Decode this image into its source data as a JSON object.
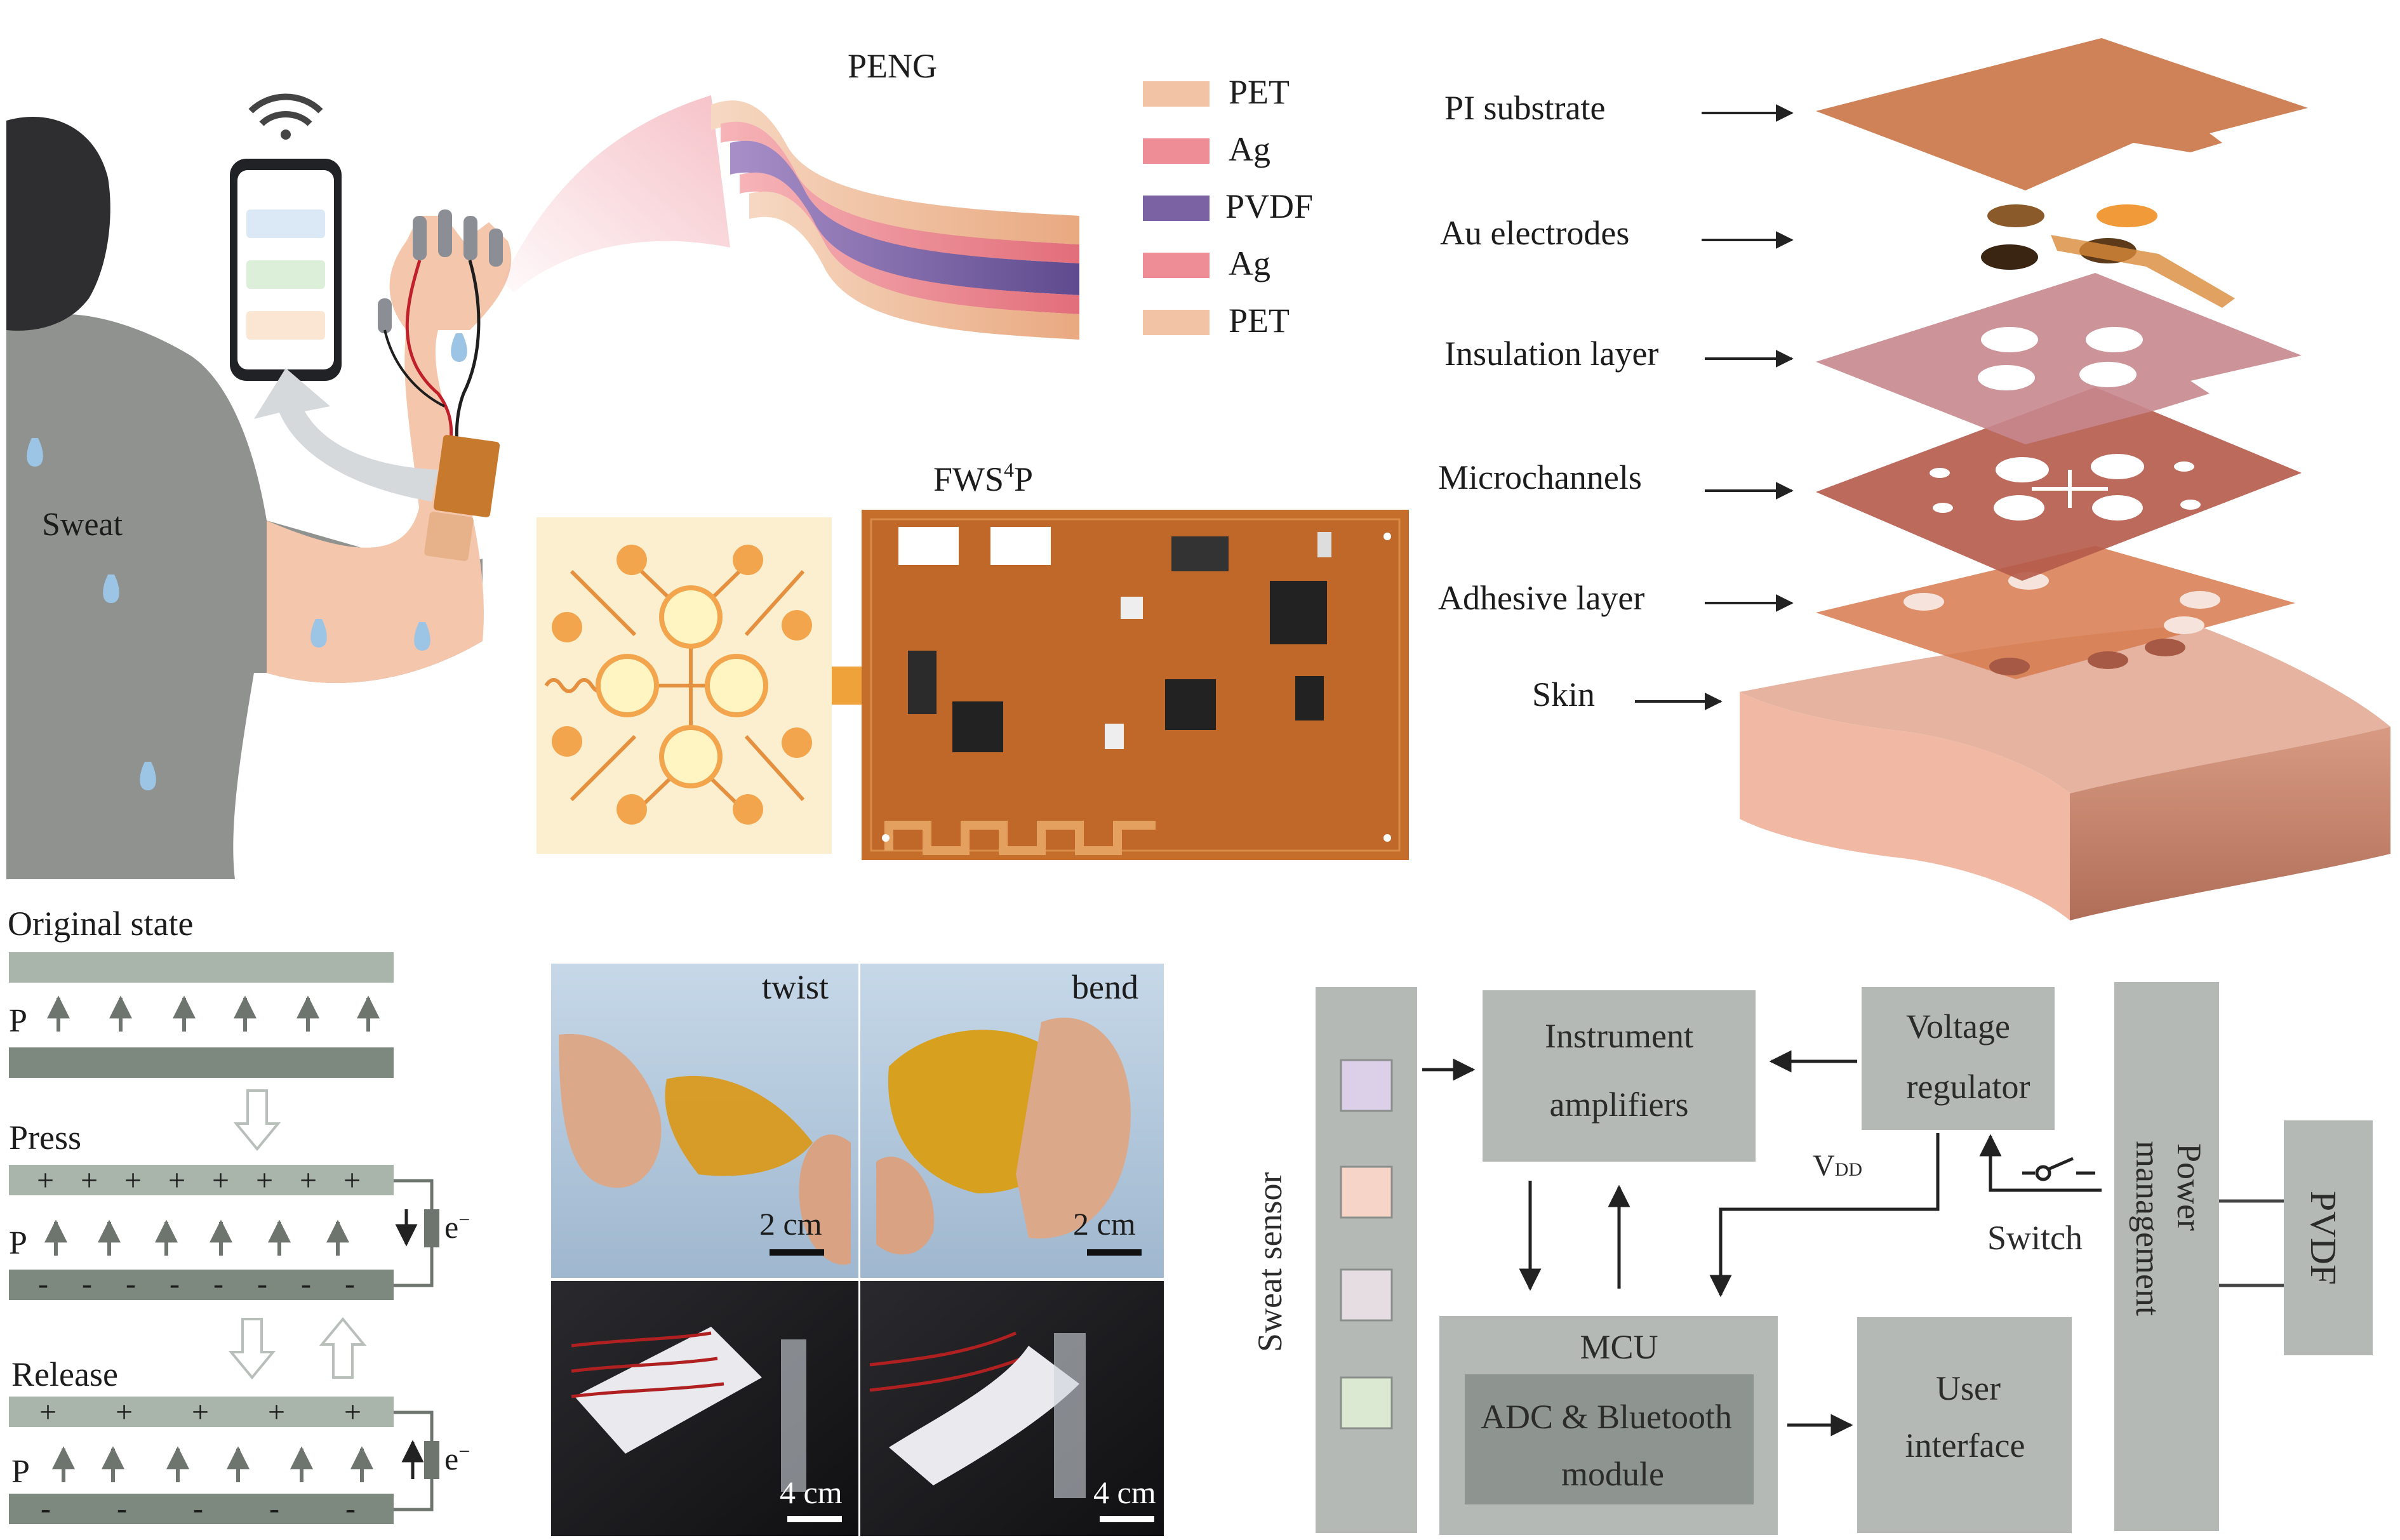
{
  "panel_a": {
    "sweat_label": "Sweat",
    "peng_title": "PENG",
    "peng_layers": [
      {
        "label": "PET",
        "color": "#f2c3a5"
      },
      {
        "label": "Ag",
        "color": "#ee8d95"
      },
      {
        "label": "PVDF",
        "color": "#7a62a3"
      },
      {
        "label": "Ag",
        "color": "#ee8d95"
      },
      {
        "label": "PET",
        "color": "#f2c3a5"
      }
    ],
    "device_title": "FWS",
    "device_title_sup": "4",
    "device_title_end": "P"
  },
  "stack": {
    "labels": [
      "PI substrate",
      "Au electrodes",
      "Insulation layer",
      "Microchannels",
      "Adhesive layer",
      "Skin"
    ]
  },
  "piezo": {
    "original_state": "Original state",
    "press": "Press",
    "release": "Release",
    "p_symbol": "P",
    "electron_label": "e",
    "electron_sup": "−",
    "plus": "+",
    "minus": "-"
  },
  "photos": {
    "twist": "twist",
    "bend": "bend",
    "scale_2cm": "2 cm",
    "scale_4cm": "4 cm"
  },
  "block": {
    "sweat_sensor": "Sweat sensor",
    "instrument_line1": "Instrument",
    "instrument_line2": "amplifiers",
    "voltage_line1": "Voltage",
    "voltage_line2": "regulator",
    "vdd": "V",
    "vdd_sub": "DD",
    "switch": "Switch",
    "power_line1": "Power",
    "power_line2": "management",
    "pvdf": "PVDF",
    "mcu": "MCU",
    "adc_line1": "ADC & Bluetooth",
    "adc_line2": "module",
    "user_line1": "User",
    "user_line2": "interface",
    "sensor_pad_colors": [
      "#dccfe8",
      "#f6d5c8",
      "#e6dde2",
      "#dbe8d2"
    ]
  },
  "colors": {
    "copper": "#c87438",
    "pcb": "#c56d2a",
    "block_fill": "#b4b9b5",
    "block_inner": "#8e948f",
    "electrode_light": "#a9b5aa",
    "electrode_dark": "#7d887e"
  }
}
